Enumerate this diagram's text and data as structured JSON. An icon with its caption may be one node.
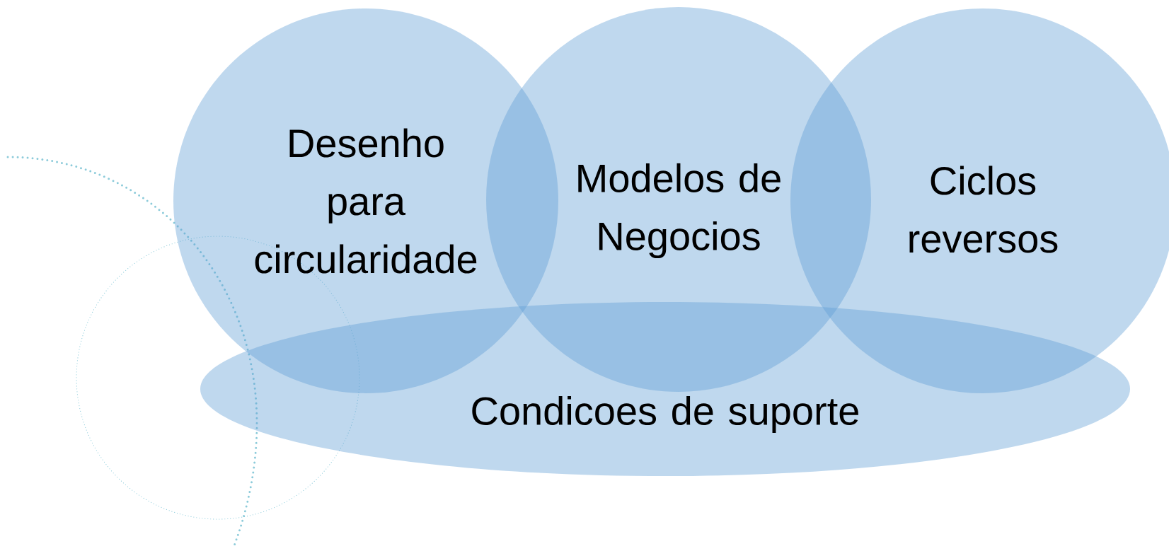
{
  "diagram": {
    "nodes": [
      {
        "text": [
          "Desenho para circularidade"
        ]
      },
      {
        "text": [
          "Modelos de Negocios"
        ]
      },
      {
        "text": [
          "Ciclos reversos"
        ]
      },
      {
        "text": [
          "Condicoes de suporte"
        ]
      }
    ]
  }
}
